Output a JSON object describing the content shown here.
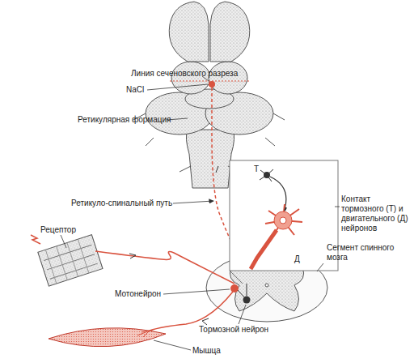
{
  "diagram": {
    "labels": [
      "Линия сеченовского разреза",
      "NaCl",
      "Ретикулярная формация",
      "Ретикуло-спинальный путь",
      "Рецептор",
      "Т",
      "Д",
      "Контакт тормозного (Т) и двигательного (Д) нейронов",
      "Сегмент спинного мозга",
      "Мотонейрон",
      "Тормозной нейрон",
      "Мышца"
    ]
  }
}
